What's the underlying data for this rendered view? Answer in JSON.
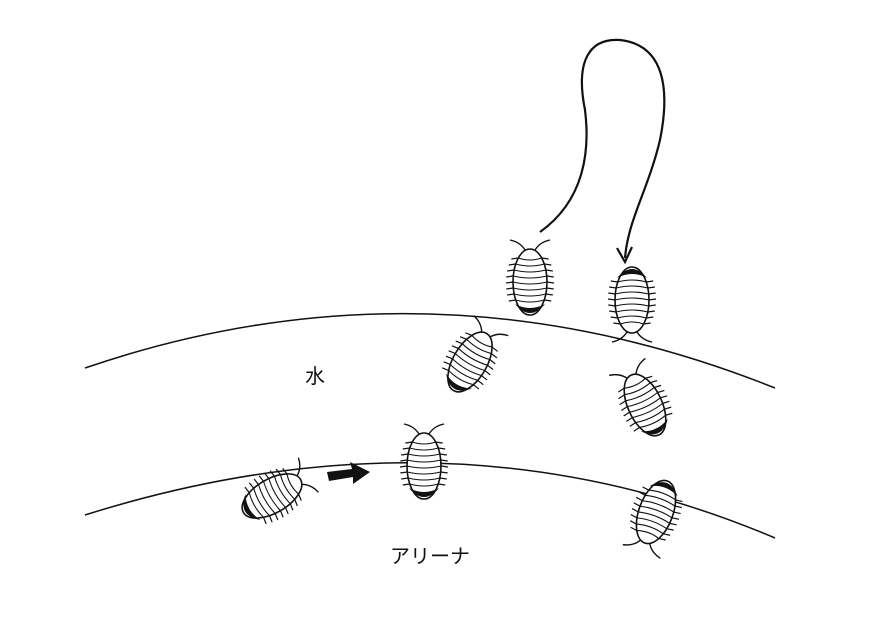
{
  "labels": {
    "water": "水",
    "arena": "アリーナ"
  },
  "colors": {
    "line": "#111111",
    "background": "#ffffff"
  },
  "icons": [
    "pill-bug-icon",
    "movement-arrow-icon",
    "loop-path-arrow"
  ]
}
